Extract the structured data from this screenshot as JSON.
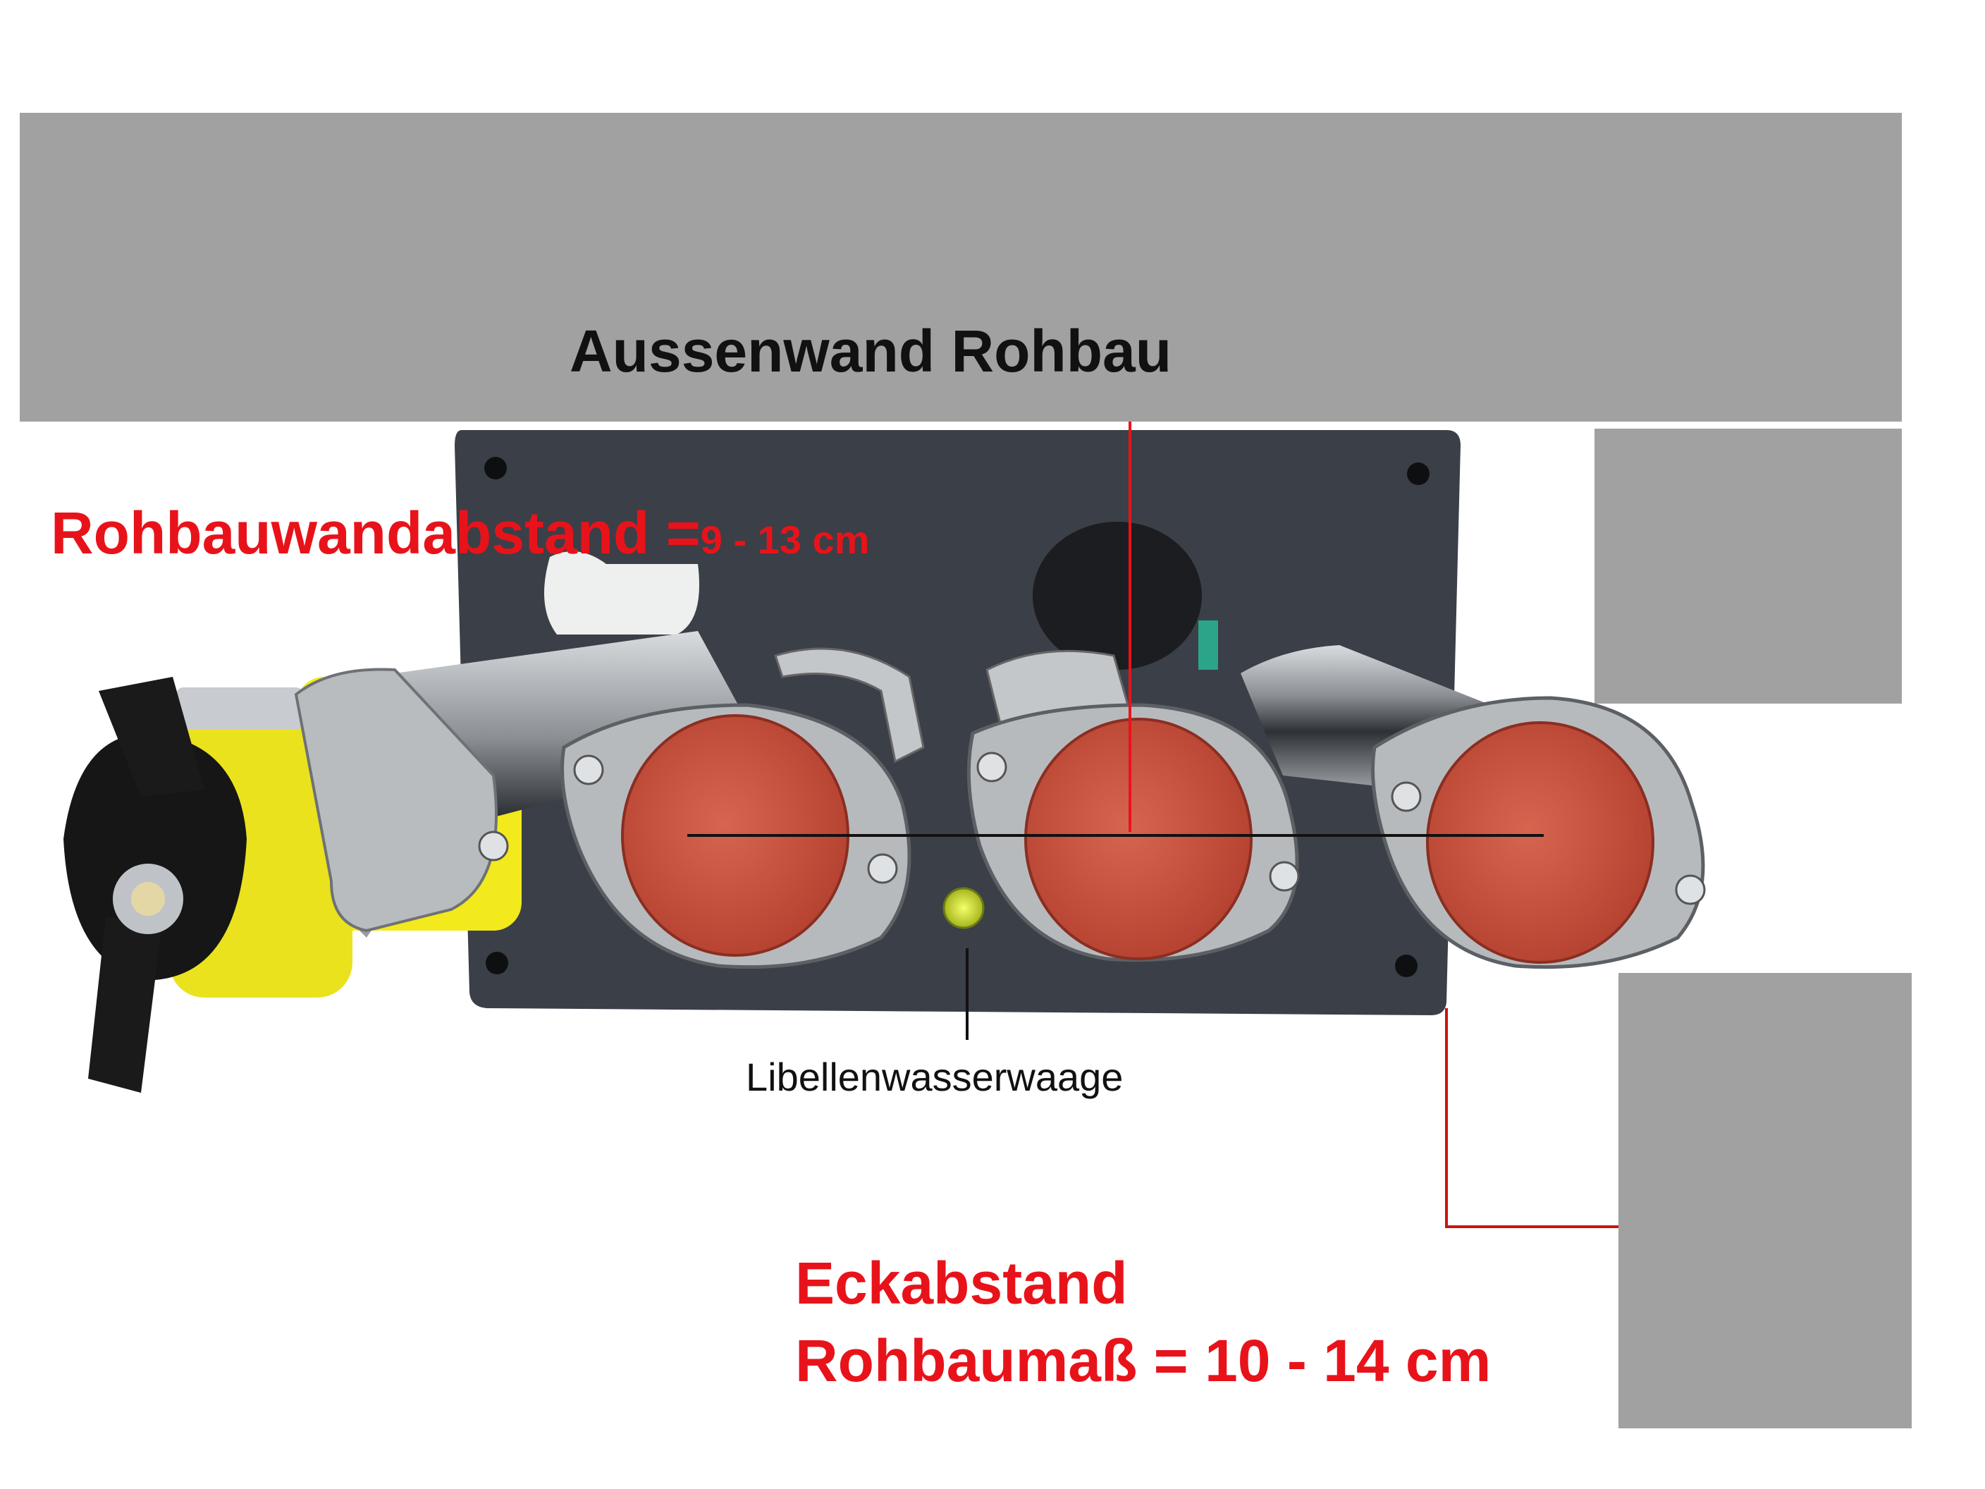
{
  "labels": {
    "wall_title": "Aussenwand Rohbau",
    "wall_distance_main": "Rohbauwandabstand =",
    "wall_distance_value": "9 - 13 cm",
    "level_label": "Libellenwasserwaage",
    "corner_line1": "Eckabstand",
    "corner_line2": "Rohbaumaß = 10 - 14 cm"
  },
  "colors": {
    "wall_gray": "#a1a1a1",
    "plate": "#3b3f47",
    "annotation_red": "#e8131a",
    "cap_red": "#c9503f",
    "valve_yellow": "#f2ea1c"
  }
}
